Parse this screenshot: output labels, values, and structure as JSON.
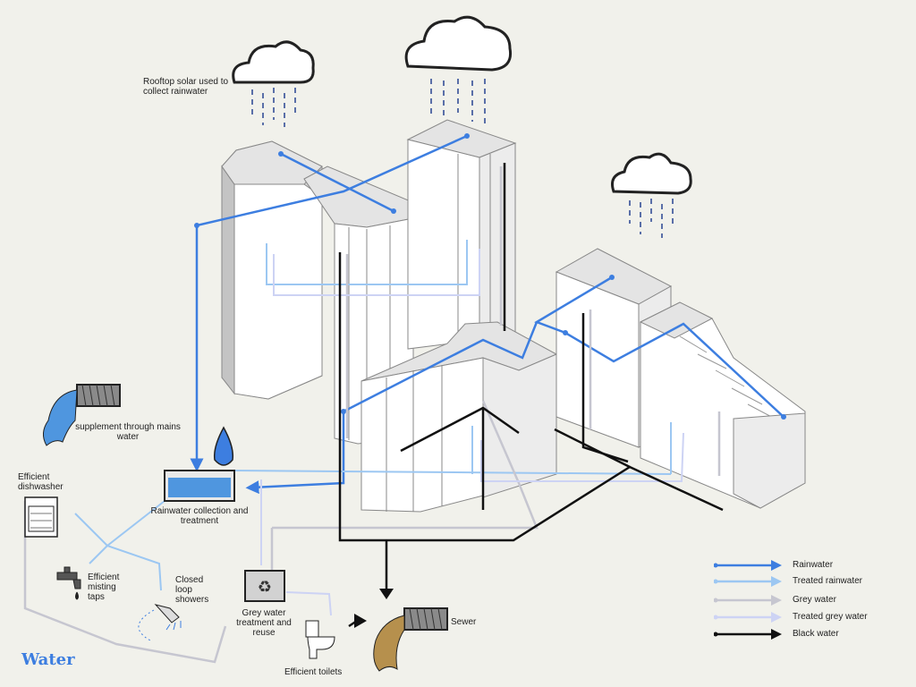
{
  "title": "Water",
  "labels": {
    "rooftop_solar": "Rooftop solar used to collect rainwater",
    "supplement": "supplement through mains water",
    "dishwasher": "Efficient dishwasher",
    "rainwater_collection": "Rainwater collection and treatment",
    "misting_taps": "Efficient misting taps",
    "loop_showers": "Closed loop showers",
    "grey_water_treatment": "Grey water treatment and reuse",
    "toilets": "Efficient toilets",
    "sewer": "Sewer"
  },
  "legend": [
    {
      "label": "Rainwater",
      "color": "#3d7ee0"
    },
    {
      "label": "Treated rainwater",
      "color": "#9cc7f2"
    },
    {
      "label": "Grey water",
      "color": "#c6c6d0"
    },
    {
      "label": "Treated grey water",
      "color": "#cdd3f4"
    },
    {
      "label": "Black water",
      "color": "#111111"
    }
  ],
  "icons": [
    "cloud-icon",
    "rain-drop-icon",
    "mains-pipe-icon",
    "dishwasher-icon",
    "tap-icon",
    "shower-icon",
    "recycle-icon",
    "toilet-icon",
    "sewer-pipe-icon",
    "water-tank-icon"
  ]
}
